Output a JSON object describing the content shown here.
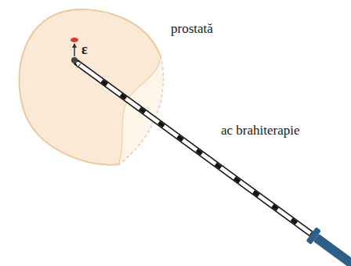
{
  "diagram": {
    "labels": [
      "prostată",
      "ε",
      "ac brahiterapie"
    ]
  }
}
